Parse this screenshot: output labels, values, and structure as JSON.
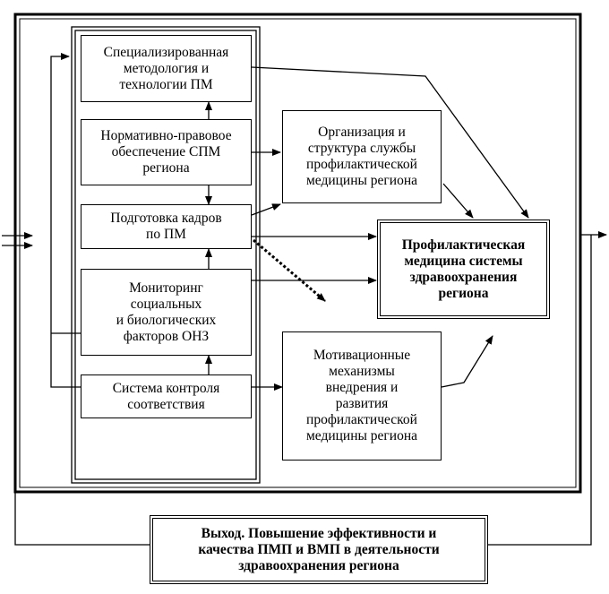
{
  "blocks": {
    "spec_method": "Специализированная\nметодология и\nтехнологии ПМ",
    "normative": "Нормативно-правовое\nобеспечение СПМ\nрегиона",
    "training": "Подготовка кадров\nпо ПМ",
    "monitoring": "Мониторинг\nсоциальных\nи биологических\nфакторов ОНЗ",
    "control": "Система контроля\nсоответствия",
    "organization": "Организация и\nструктура службы\nпрофилактической\nмедицины региона",
    "motivation": "Мотивационные\nмеханизмы\nвнедрения и\nразвития\nпрофилактической\nмедицины региона",
    "central": "Профилактическая\nмедицина системы\nздравоохранения\nрегиона",
    "output": "Выход. Повышение эффективности и\nкачества ПМП и ВМП в деятельности\nздравоохранения региона"
  },
  "colors": {
    "line": "#000000",
    "background": "#ffffff"
  }
}
